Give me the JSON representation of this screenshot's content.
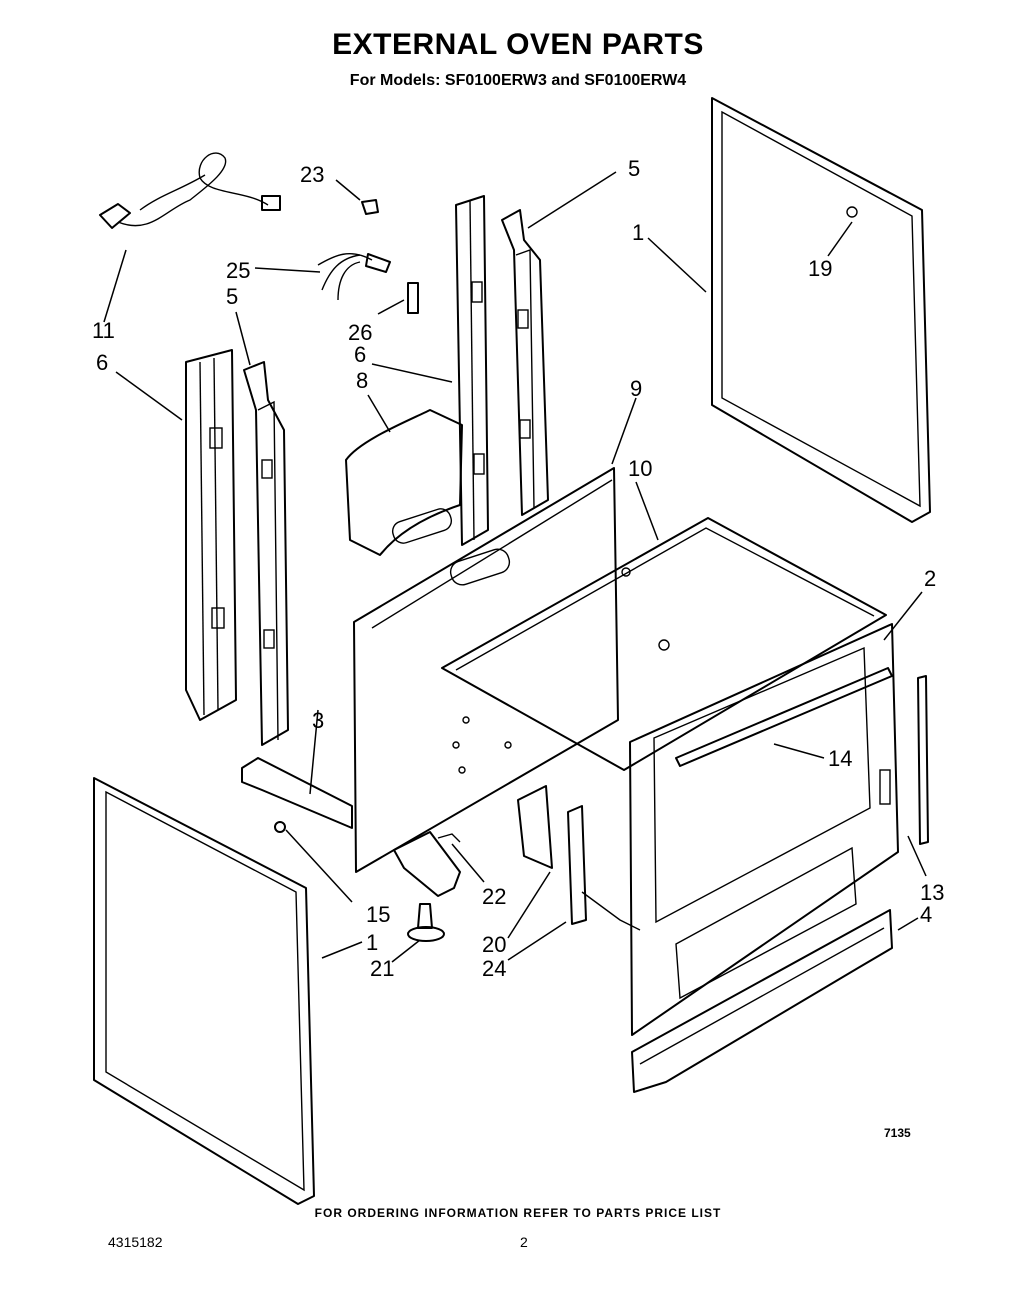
{
  "header": {
    "title": "EXTERNAL OVEN PARTS",
    "subtitle": "For Models: SF0100ERW3 and SF0100ERW4"
  },
  "callouts": {
    "c23": "23",
    "c5_top": "5",
    "c1_top": "1",
    "c19": "19",
    "c25": "25",
    "c11": "11",
    "c5_left": "5",
    "c26": "26",
    "c6_left": "6",
    "c6_mid": "6",
    "c8": "8",
    "c9": "9",
    "c10": "10",
    "c2": "2",
    "c3": "3",
    "c14": "14",
    "c13": "13",
    "c4": "4",
    "c15": "15",
    "c1_bottom": "1",
    "c21": "21",
    "c22": "22",
    "c20": "20",
    "c24": "24"
  },
  "figure_number": "7135",
  "footer": {
    "note": "FOR ORDERING INFORMATION REFER TO PARTS PRICE LIST",
    "doc_number": "4315182",
    "page_number": "2"
  }
}
